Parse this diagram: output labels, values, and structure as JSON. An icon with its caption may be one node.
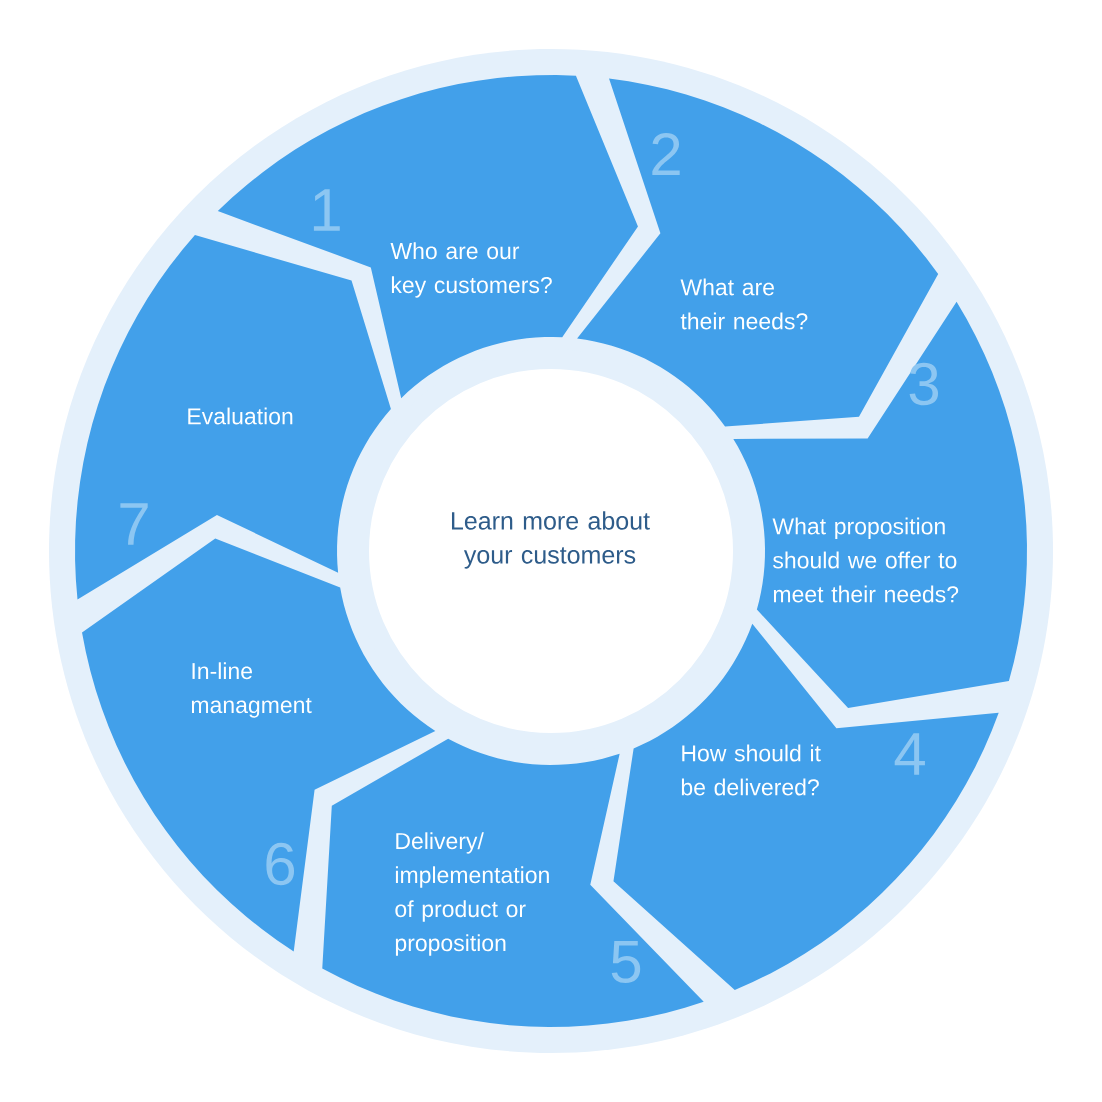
{
  "diagram": {
    "nodes": [
      {
        "text": [
          "Learn more about your customers"
        ]
      },
      {
        "text": [
          "1",
          "Who are our key customers?"
        ]
      },
      {
        "text": [
          "2",
          "What are their needs?"
        ]
      },
      {
        "text": [
          "3",
          "What proposition should we offer to meet their needs?"
        ]
      },
      {
        "text": [
          "How should it be delivered?",
          "4"
        ]
      },
      {
        "text": [
          "Delivery/ implementation of product or proposition",
          "5"
        ]
      },
      {
        "text": [
          "In-line managment",
          "6"
        ]
      },
      {
        "text": [
          "Evaluation",
          "7"
        ]
      }
    ]
  }
}
